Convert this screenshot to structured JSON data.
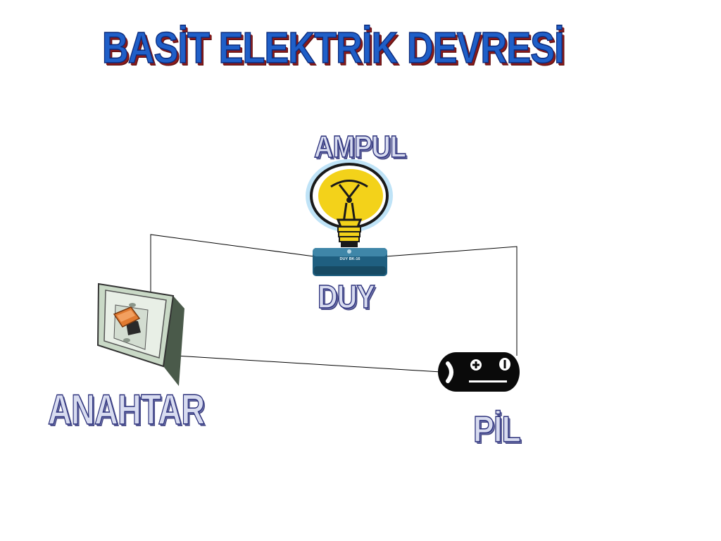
{
  "title": "BASİT ELEKTRİK DEVRESİ",
  "components": {
    "bulb": {
      "label": "AMPUL",
      "icon": "light-bulb-icon"
    },
    "socket": {
      "label": "DUY",
      "icon": "bulb-socket-icon",
      "imprint": "DUY BK-16"
    },
    "switch": {
      "label": "ANAHTAR",
      "icon": "light-switch-icon"
    },
    "battery": {
      "label": "PİL",
      "icon": "battery-icon"
    }
  },
  "colors": {
    "title_fill": "#1f5fc8",
    "title_shadow": "#8a1a1a",
    "label_fill": "#d8dcf0",
    "label_outline": "#2a2f7a",
    "wire": "#000000",
    "socket_body": "#1f5f80",
    "bulb_glass": "#f3d21a",
    "switch_toggle": "#e07a30"
  }
}
